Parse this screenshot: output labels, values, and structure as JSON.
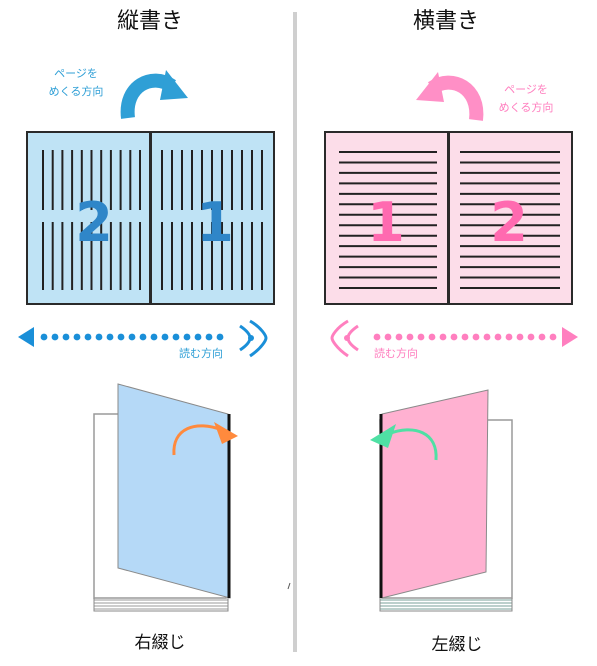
{
  "left": {
    "title": "縦書き",
    "flip_label_line1": "ページを",
    "flip_label_line2": "めくる方向",
    "read_label": "読む方向",
    "page_left_number": "2",
    "page_right_number": "1",
    "binding_caption": "右綴じ",
    "colors": {
      "page_fill": "#bfe3f5",
      "accent": "#1a8fd8",
      "book_cover": "#b5d9f7",
      "flip_arrow": "#ff8a3d"
    }
  },
  "right": {
    "title": "横書き",
    "flip_label_line1": "ページを",
    "flip_label_line2": "めくる方向",
    "read_label": "読む方向",
    "page_left_number": "1",
    "page_right_number": "2",
    "binding_caption": "左綴じ",
    "colors": {
      "page_fill": "#fcdde9",
      "accent": "#ff7fbf",
      "book_cover": "#ffb1d1",
      "flip_arrow": "#4fe0a4"
    }
  }
}
